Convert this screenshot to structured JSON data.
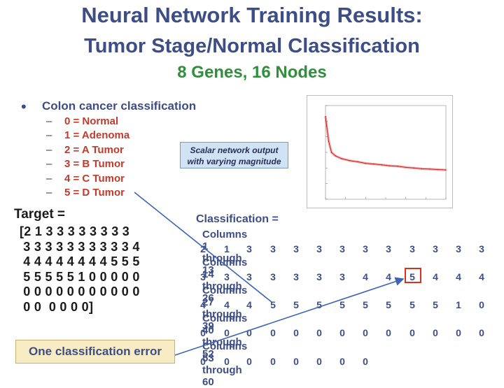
{
  "title_line1": "Neural Network Training Results:",
  "title_line2": "Tumor Stage/Normal Classification",
  "title_line3": "8 Genes, 16 Nodes",
  "bullet_symbol": "•",
  "bullet_heading": "Colon cancer classification",
  "dash_symbol": "–",
  "class_items": [
    "0 = Normal",
    "1 = Adenoma",
    "2 = A Tumor",
    "3 = B Tumor",
    "4 = C Tumor",
    "5 = D Tumor"
  ],
  "callout": {
    "line1": "Scalar network output",
    "line2": "with varying magnitude"
  },
  "target_label": "Target =",
  "target_rows": [
    "[2 1 3 3 3 3 3 3 3 3",
    " 3 3 3 3 3 3 3 3 3 3 4",
    " 4 4 4 4 4 4 4 4 5 5 5",
    " 5 5 5 5 5 1 0 0 0 0 0",
    " 0 0 0 0 0 0 0 0 0 0 0",
    " 0 0  0 0 0 0]"
  ],
  "error_note": "One classification error",
  "classification_label": "Classification =",
  "column_groups": [
    {
      "header": "Columns 1 through 13",
      "values": [
        "2",
        "1",
        "3",
        "3",
        "3",
        "3",
        "3",
        "3",
        "3",
        "3",
        "3",
        "3",
        "3"
      ]
    },
    {
      "header": "Columns 14 through 26",
      "values": [
        "3",
        "3",
        "3",
        "3",
        "3",
        "3",
        "3",
        "4",
        "4",
        "5",
        "4",
        "4",
        "4"
      ]
    },
    {
      "header": "Columns 27 through 39",
      "values": [
        "4",
        "4",
        "4",
        "5",
        "5",
        "5",
        "5",
        "5",
        "5",
        "5",
        "5",
        "1",
        "0"
      ]
    },
    {
      "header": "Columns 40 through 52",
      "values": [
        "0",
        "0",
        "0",
        "0",
        "0",
        "0",
        "0",
        "0",
        "0",
        "0",
        "0",
        "0",
        "0"
      ]
    },
    {
      "header": "Columns 53 through 60",
      "values": [
        "0",
        "0",
        "0",
        "0",
        "0",
        "0",
        "0",
        "0"
      ]
    }
  ],
  "error_cell": {
    "group": 1,
    "index": 9
  },
  "colors": {
    "title": "#3d4e86",
    "subtitle_green": "#2f8f3a",
    "class_red": "#c23a2c",
    "callout_bg": "#cfe3f5",
    "error_bg": "#f7ecc4",
    "error_box": "#d4341f",
    "arrow": "#3f63b5"
  },
  "chart_data": {
    "type": "line",
    "title": "",
    "xlabel": "",
    "ylabel": "",
    "x_scale": "linear",
    "y_scale": "log",
    "ylim": [
      1e-05,
      10.0
    ],
    "xlim": [
      0,
      3000
    ],
    "series": [
      {
        "x": [
          0,
          30,
          80,
          150,
          250,
          400,
          600,
          800,
          1000,
          1200,
          1400,
          1600,
          1800,
          2000,
          2200,
          2400,
          2600,
          2800,
          3000
        ],
        "y": [
          2.0,
          0.5,
          0.05,
          0.01,
          0.006,
          0.004,
          0.003,
          0.0025,
          0.002,
          0.0018,
          0.0016,
          0.0014,
          0.0013,
          0.0011,
          0.001,
          0.0009,
          0.00085,
          0.0008,
          0.00075
        ]
      }
    ]
  }
}
